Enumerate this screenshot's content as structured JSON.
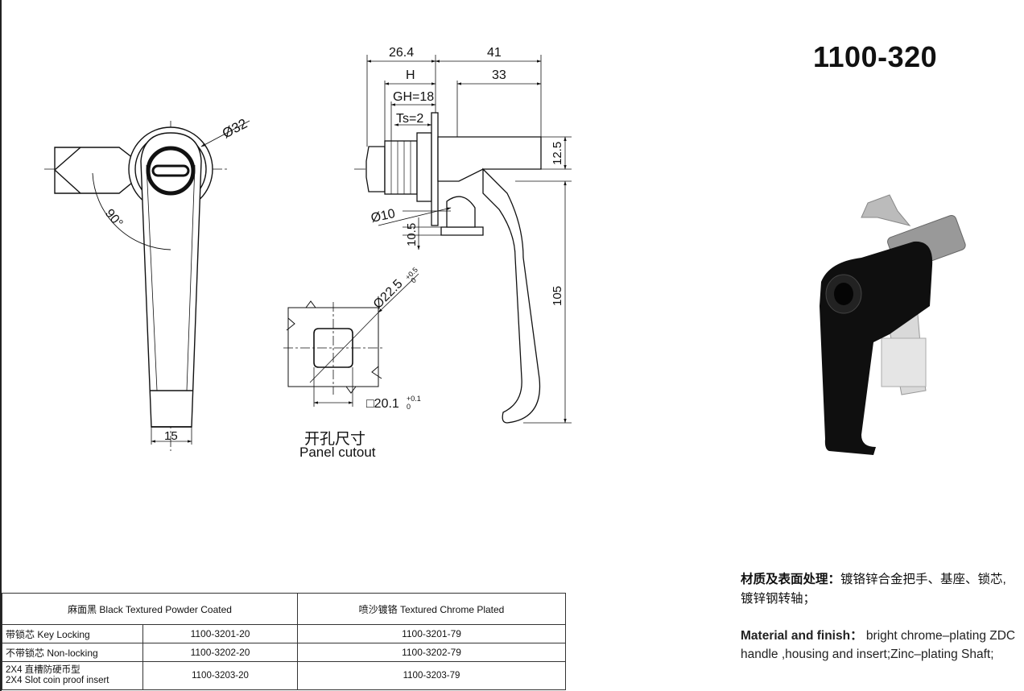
{
  "title": "1100-320",
  "drawing": {
    "front_view": {
      "dia_label": "Ø32",
      "angle_label": "90°",
      "width_label": "15"
    },
    "side_view": {
      "dims": {
        "d1": "26.4",
        "d2": "41",
        "d3": "H",
        "d4": "33",
        "d5": "GH=18",
        "d6": "Ts=2",
        "d7": "12.5",
        "d8": "Ø10",
        "d9": "10.5",
        "d10": "105"
      }
    },
    "cutout": {
      "dia_label": "Ø22.5",
      "dia_tol_plus": "+0.5",
      "dia_tol_minus": "0",
      "square_label": "□20.1",
      "square_tol_plus": "+0.1",
      "square_tol_minus": "0",
      "label_cn": "开孔尺寸",
      "label_en": "Panel cutout"
    }
  },
  "material": {
    "cn_heading": "材质及表面处理：",
    "cn_text": "镀铬锌合金把手、基座、锁芯,镀锌钢转轴；",
    "en_heading": "Material and finish：",
    "en_text": "bright chrome–plating ZDC handle ,housing and insert;Zinc–plating Shaft;"
  },
  "table": {
    "headers": [
      "麻面黑 Black Textured Powder Coated",
      "喷沙镀铬 Textured Chrome Plated"
    ],
    "rows": [
      {
        "label": "带锁芯 Key Locking",
        "black": "1100-3201-20",
        "chrome": "1100-3201-79"
      },
      {
        "label": "不带锁芯 Non-locking",
        "black": "1100-3202-20",
        "chrome": "1100-3202-79"
      },
      {
        "label_line1": "2X4 直槽防硬币型",
        "label_line2": "2X4 Slot coin proof insert",
        "black": "1100-3203-20",
        "chrome": "1100-3203-79"
      }
    ]
  }
}
